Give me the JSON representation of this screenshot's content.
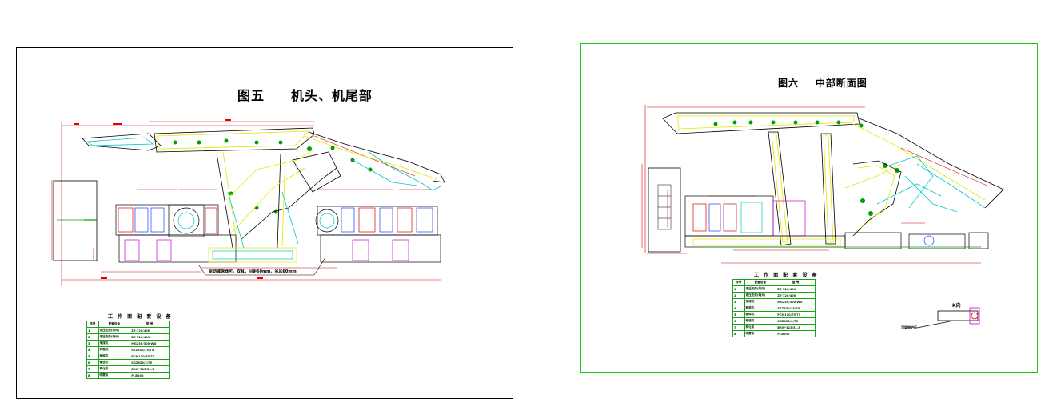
{
  "sheets": {
    "left": {
      "title": "图五     机头、机尾部",
      "note": "驱动减速器可，双耳，间距60mm，吊耳60mm",
      "table_caption": "工 作 面 配 套 设 备",
      "table": {
        "headers": [
          "序号",
          "配套设备",
          "型 号"
        ],
        "rows": [
          [
            "1",
            "液压支架(架间)",
            "ZZ-720/400"
          ],
          [
            "2",
            "液压支架(端头)",
            "ZZ-720/400"
          ],
          [
            "3",
            "采煤机",
            "MG250/300-WD"
          ],
          [
            "4",
            "转载机",
            "SZZ630/75/75"
          ],
          [
            "5",
            "破碎机",
            "PCM110/75/75"
          ],
          [
            "6",
            "输送机",
            "SGZ630/2/75"
          ],
          [
            "7",
            "乳化泵",
            "BRW-315/31.5"
          ],
          [
            "8",
            "喷雾泵",
            "PLB200"
          ]
        ]
      }
    },
    "right": {
      "title": "图六    中部断面图",
      "detail_label": "K向",
      "detail_note": "顶梁侧护板",
      "table_caption": "工 作 面 配 套 设 备",
      "table": {
        "headers": [
          "序号",
          "配套设备",
          "型 号"
        ],
        "rows": [
          [
            "1",
            "液压支架(架间)",
            "ZZ-720/400"
          ],
          [
            "2",
            "液压支架(端头)",
            "ZZ-720/400"
          ],
          [
            "3",
            "采煤机",
            "MG250/300-WD"
          ],
          [
            "4",
            "转载机",
            "SZZ630/75/75"
          ],
          [
            "5",
            "破碎机",
            "PCM110/75/75"
          ],
          [
            "6",
            "输送机",
            "SGZ630/2/75"
          ],
          [
            "7",
            "乳化泵",
            "BRW-315/31.5"
          ],
          [
            "8",
            "喷雾泵",
            "PLB200"
          ]
        ]
      }
    }
  },
  "colors": {
    "outline": "#000000",
    "frame_green": "#19c819",
    "yellow": "#e6e600",
    "cyan": "#00c8c8",
    "red": "#e00000",
    "magenta": "#d000d0",
    "blue": "#1e3cff",
    "green": "#00a000"
  }
}
